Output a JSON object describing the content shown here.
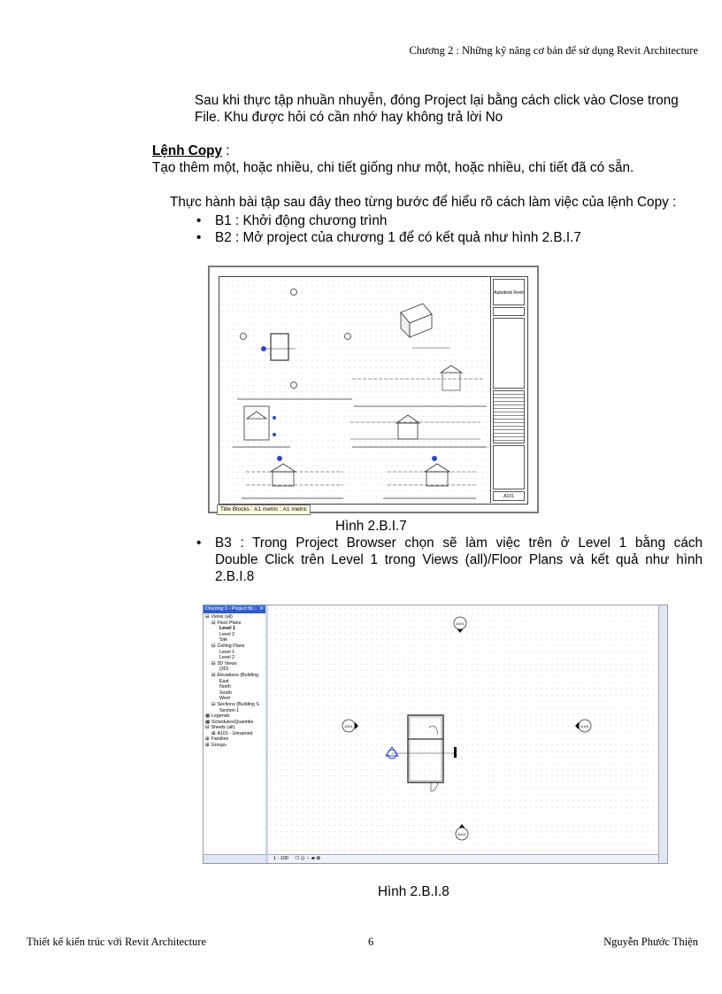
{
  "header": {
    "chapter_title": "Chương 2 : Những kỹ năng cơ bản để sử dụng Revit Architecture"
  },
  "body": {
    "intro_line1": "Sau khi thực tập nhuần nhuyễn, đóng Project lại bằng cách click vào Close trong",
    "intro_line2": "File. Khu được hỏi có cần nhớ hay không trả lời No",
    "section_heading": "Lệnh Copy",
    "section_heading_suffix": " :",
    "section_desc": "Tạo thêm một, hoặc nhiều, chi tiết giống như một, hoặc nhiều, chi tiết đã có sẵn.",
    "practice_intro": "Thực hành bài tập sau đây theo từng bước để hiểu rõ cách làm việc của lệnh Copy :",
    "steps": [
      {
        "text": "B1 : Khởi động chương trình"
      },
      {
        "text": "B2 : Mở project của chương 1 để có kết quả như hình 2.B.I.7"
      },
      {
        "line1": "B3 : Trong Project Browser chọn sẽ làm việc trên ở Level 1 bằng cách",
        "line2": "Double Click trên Level 1 trong Views (all)/Floor Plans và kết quả như hình",
        "line3": "2.B.I.8"
      }
    ],
    "bullet_glyph": "•"
  },
  "figure1": {
    "caption": "Hình 2.B.I.7",
    "title_block_label": "Autodesk Revit",
    "tooltip": "Title Blocks : A1 metric : A1 metric",
    "sheet_number": "A101"
  },
  "figure2": {
    "caption": "Hình 2.B.I.8",
    "browser_title": "Chương 1 - Project Br...",
    "close_glyph": "✕",
    "tree": [
      {
        "indent": 0,
        "prefix": "⊟",
        "label": "Views (all)"
      },
      {
        "indent": 1,
        "prefix": "⊟",
        "label": "Floor Plans"
      },
      {
        "indent": 2,
        "prefix": "",
        "label": "Level 1",
        "bold": true
      },
      {
        "indent": 2,
        "prefix": "",
        "label": "Level 2"
      },
      {
        "indent": 2,
        "prefix": "",
        "label": "Site"
      },
      {
        "indent": 1,
        "prefix": "⊟",
        "label": "Ceiling Plans"
      },
      {
        "indent": 2,
        "prefix": "",
        "label": "Level 1"
      },
      {
        "indent": 2,
        "prefix": "",
        "label": "Level 2"
      },
      {
        "indent": 1,
        "prefix": "⊟",
        "label": "3D Views"
      },
      {
        "indent": 2,
        "prefix": "",
        "label": "{3D}"
      },
      {
        "indent": 1,
        "prefix": "⊟",
        "label": "Elevations (Building"
      },
      {
        "indent": 2,
        "prefix": "",
        "label": "East"
      },
      {
        "indent": 2,
        "prefix": "",
        "label": "North"
      },
      {
        "indent": 2,
        "prefix": "",
        "label": "South"
      },
      {
        "indent": 2,
        "prefix": "",
        "label": "West"
      },
      {
        "indent": 1,
        "prefix": "⊟",
        "label": "Sections (Building S"
      },
      {
        "indent": 2,
        "prefix": "",
        "label": "Section 1"
      },
      {
        "indent": 0,
        "prefix": "▦",
        "label": "Legends"
      },
      {
        "indent": 0,
        "prefix": "▦",
        "label": "Schedules/Quantitie"
      },
      {
        "indent": 0,
        "prefix": "⊟",
        "label": "Sheets (all)"
      },
      {
        "indent": 1,
        "prefix": "⊞",
        "label": "A101 - Unnamed"
      },
      {
        "indent": 0,
        "prefix": "⊞",
        "label": "Families"
      },
      {
        "indent": 0,
        "prefix": "⊞",
        "label": "Groups"
      }
    ],
    "scale": "1 : 100",
    "view_icons": "☐ ◎ ♀ ▰ ✿",
    "elevation_tags": {
      "north": "A101",
      "west": "A101",
      "east": "A101",
      "south": "A101"
    }
  },
  "footer": {
    "left": "Thiết kế kiến trúc với Revit Architecture",
    "page_number": "6",
    "right": "Nguyễn Phước Thiện"
  }
}
